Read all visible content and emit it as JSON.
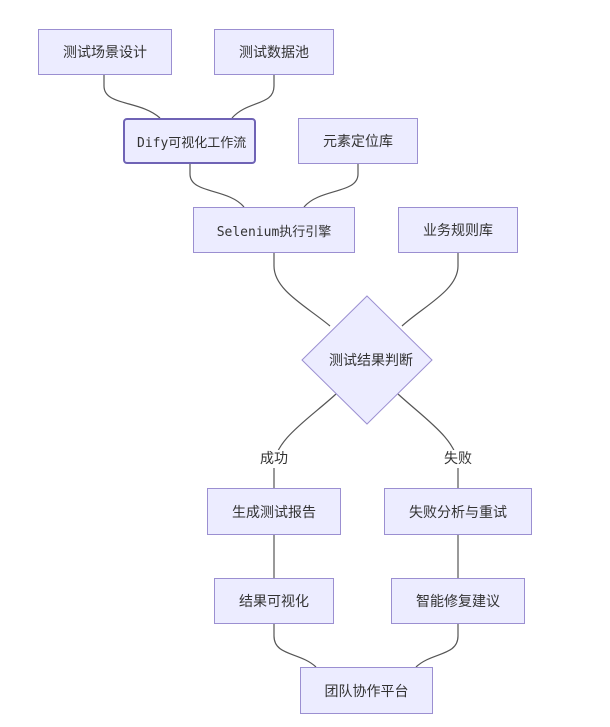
{
  "diagram": {
    "nodes": {
      "test_scene_design": "测试场景设计",
      "test_data_pool": "测试数据池",
      "dify_workflow": "Dify可视化工作流",
      "element_locator_lib": "元素定位库",
      "selenium_engine": "Selenium执行引擎",
      "business_rule_lib": "业务规则库",
      "result_judgement": "测试结果判断",
      "generate_report": "生成测试报告",
      "failure_analysis_retry": "失败分析与重试",
      "result_visualization": "结果可视化",
      "smart_repair_suggestion": "智能修复建议",
      "team_collab_platform": "团队协作平台"
    },
    "edge_labels": {
      "success": "成功",
      "failure": "失败"
    },
    "colors": {
      "node_fill": "#ececff",
      "node_border": "#9b8fd1",
      "edge": "#555555"
    }
  }
}
